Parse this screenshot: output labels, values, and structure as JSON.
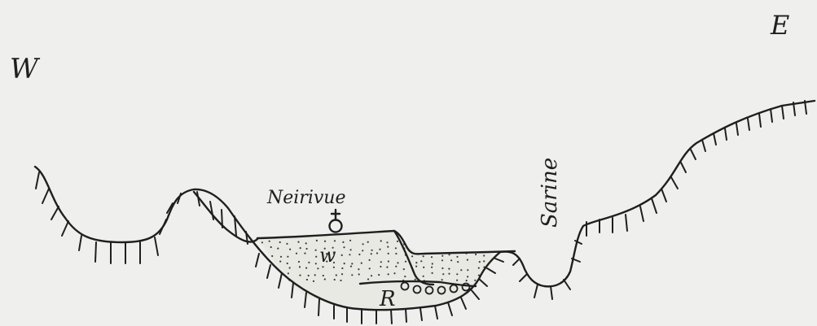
{
  "labels": {
    "west": "W",
    "east": "E",
    "village": "Neirivue",
    "river": "Sarine",
    "deposit_w": "w",
    "deposit_r": "R"
  },
  "colors": {
    "ink": "#1f1f1f",
    "paper": "#efefed"
  }
}
